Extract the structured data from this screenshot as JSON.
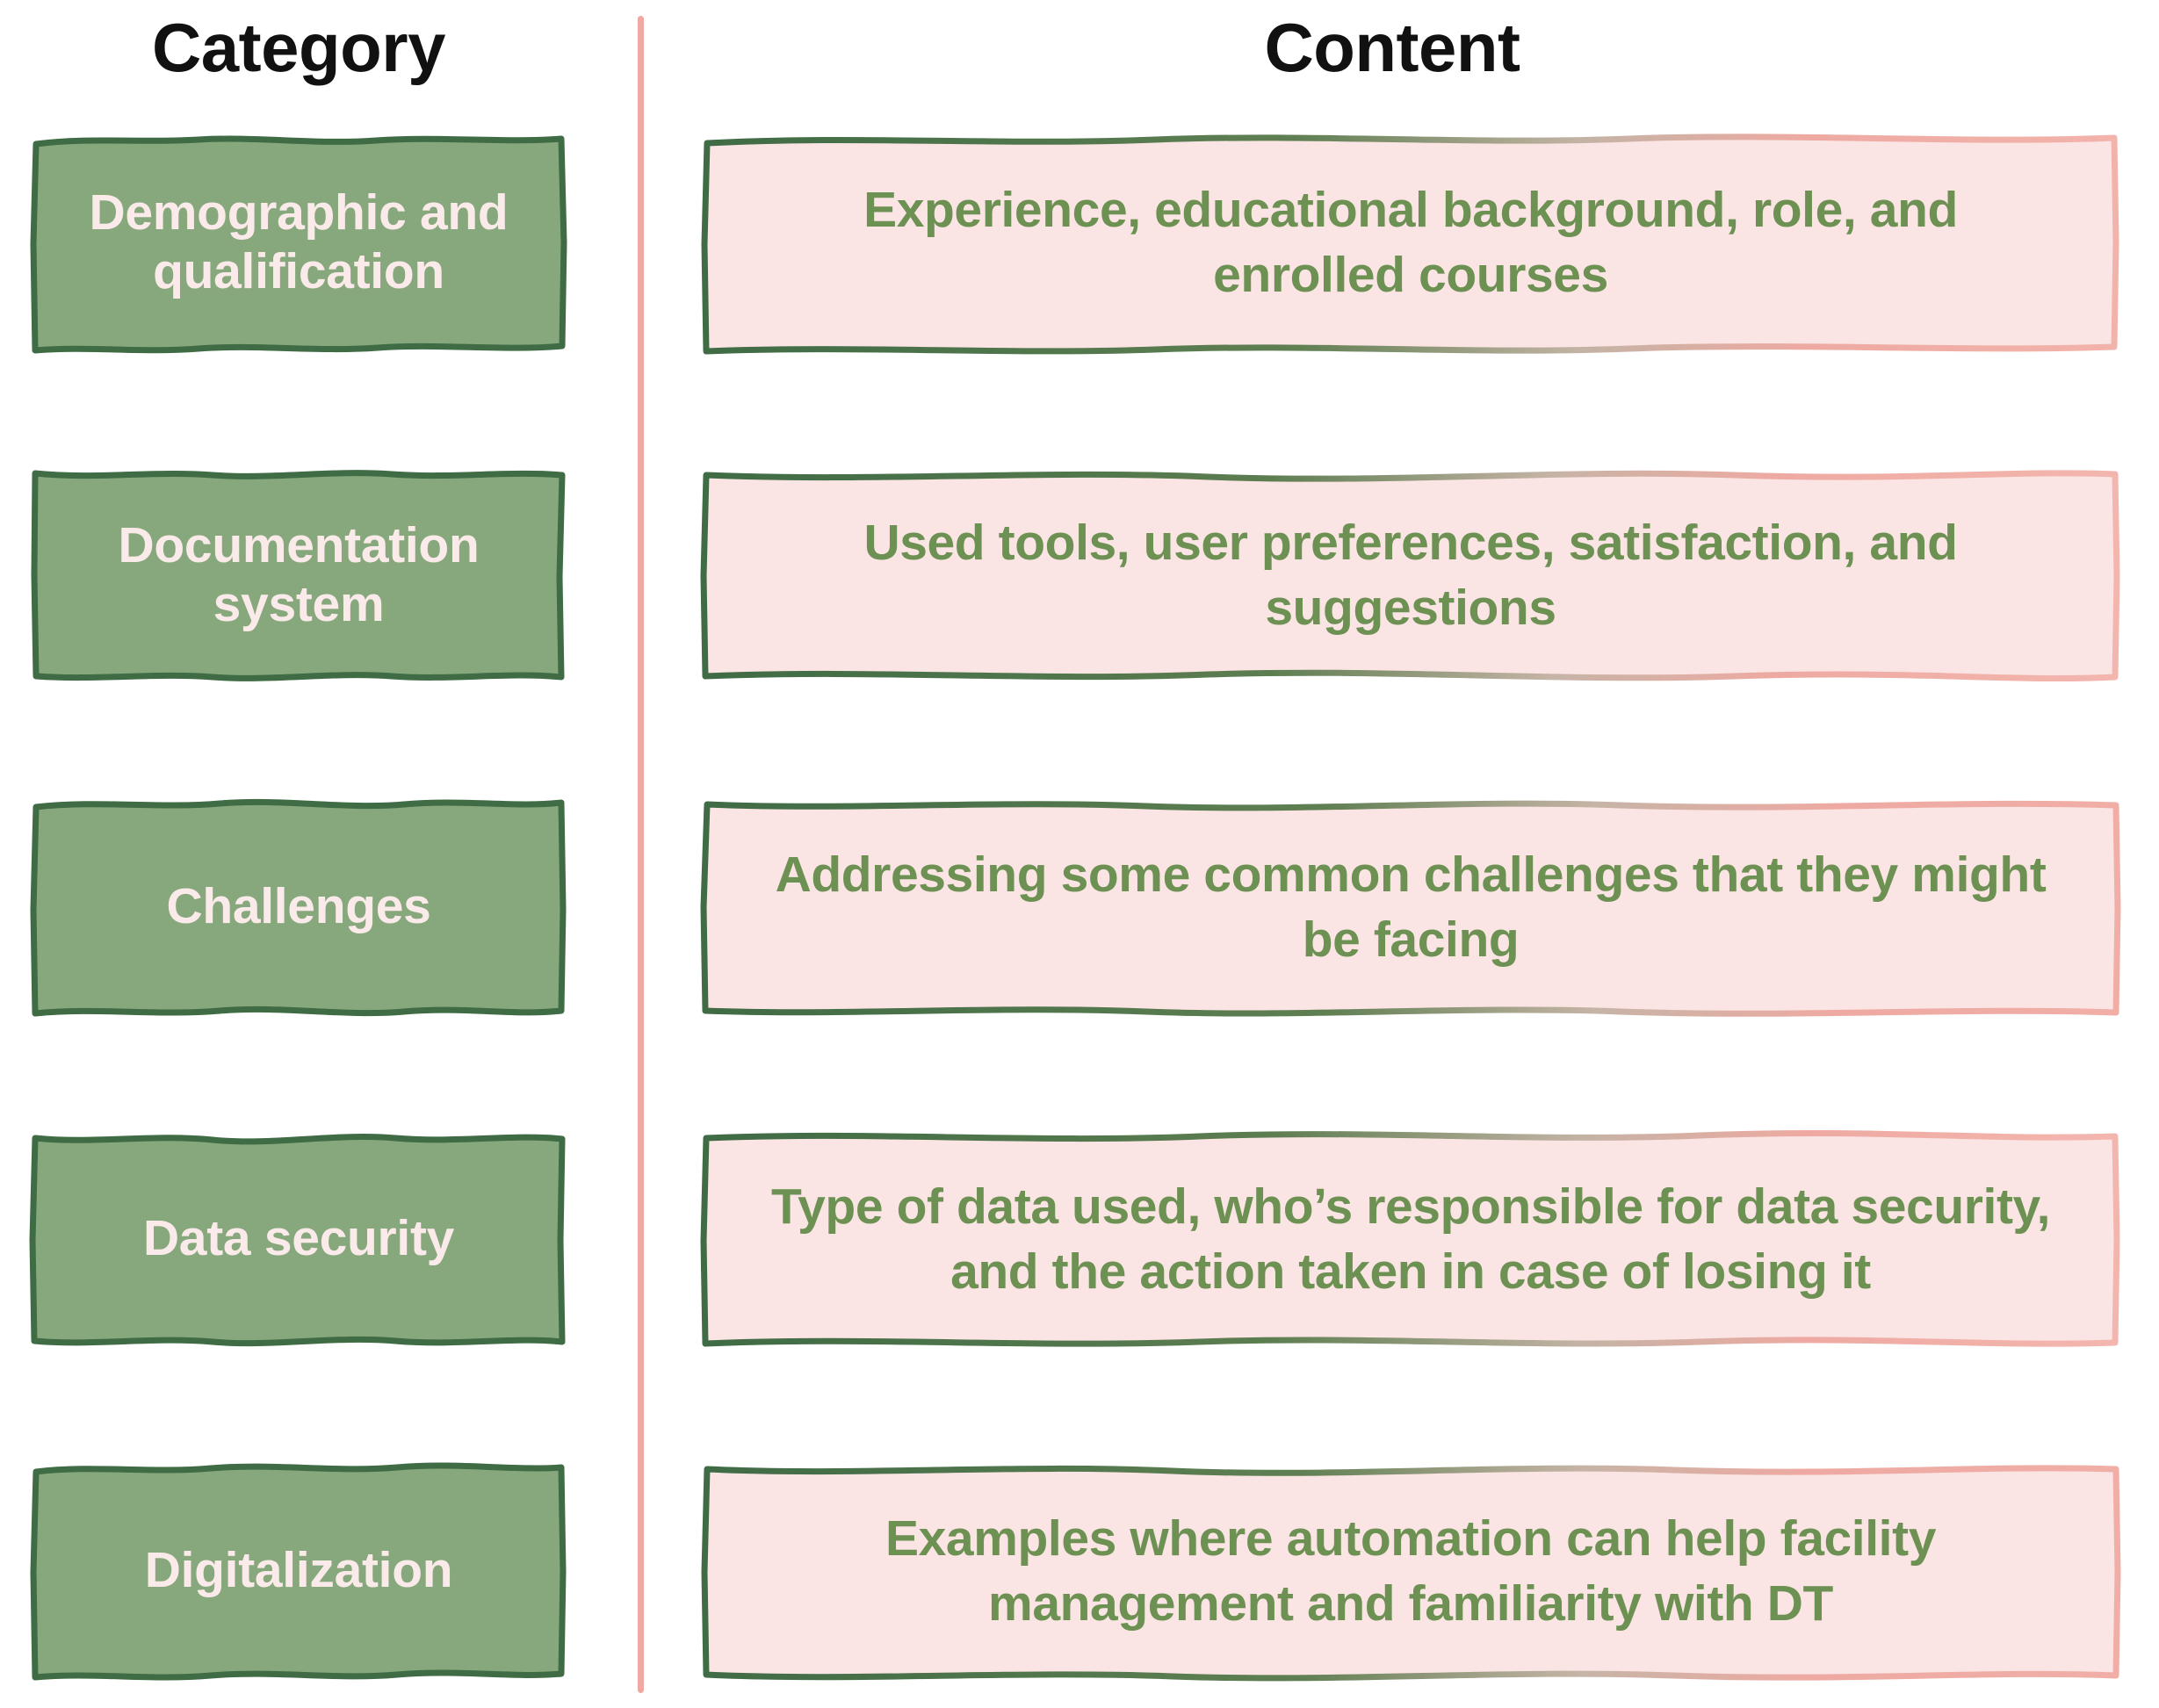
{
  "header": {
    "category_label": "Category",
    "content_label": "Content"
  },
  "colors": {
    "category_fill": "#87a87c",
    "category_border": "#3f6b45",
    "category_text": "#fbeaea",
    "content_fill": "#fbe4e4",
    "content_border_start": "#3f6b45",
    "content_border_end": "#eeaaa2",
    "content_text": "#6d9153",
    "divider": "#eeaaa2",
    "header_text": "#111111",
    "page_background": "#ffffff"
  },
  "rows": [
    {
      "category": "Demographic and qualification",
      "content": "Experience, educational background, role, and enrolled courses"
    },
    {
      "category": "Documentation system",
      "content": "Used tools, user preferences, satisfaction, and suggestions"
    },
    {
      "category": "Challenges",
      "content": "Addressing some common challenges that they might be facing"
    },
    {
      "category": "Data security",
      "content": "Type of data used, who’s responsible for data security, and the action taken in case of losing it"
    },
    {
      "category": "Digitalization",
      "content": "Examples where automation can help facility management and familiarity with DT"
    }
  ]
}
